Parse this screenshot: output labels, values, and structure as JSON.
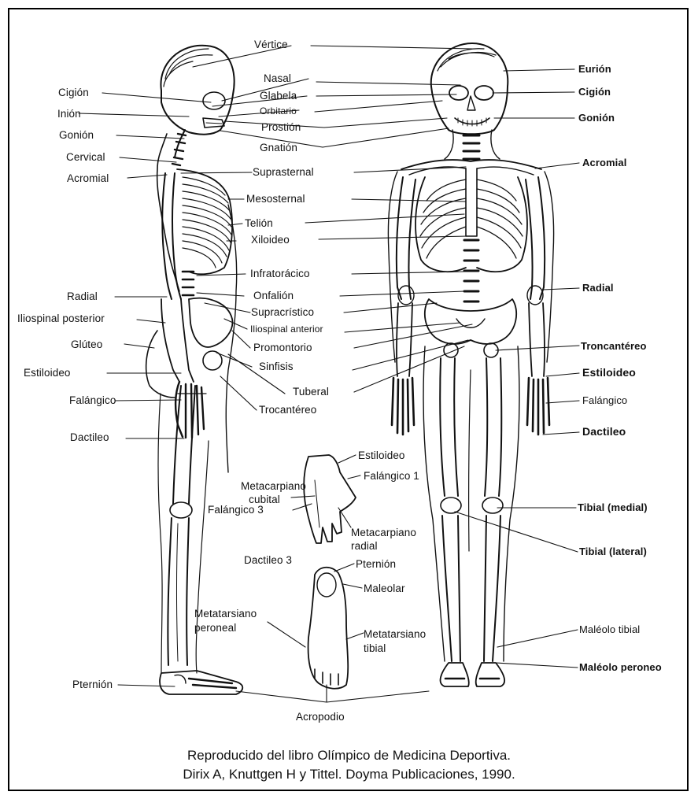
{
  "labels": {
    "vertice": "Vértice",
    "nasal": "Nasal",
    "glabela": "Glabela",
    "orbitario": "Orbitario",
    "prostion": "Prostión",
    "gnation": "Gnatión",
    "suprasternal": "Suprasternal",
    "mesosternal": "Mesosternal",
    "telion": "Telión",
    "xiloideo": "Xiloideo",
    "infratoracico": "Infratorácico",
    "onfalion": "Onfalión",
    "supracristico": "Supracrístico",
    "iliospinal_anterior": "Iliospinal anterior",
    "promontorio": "Promontorio",
    "sinfisis": "Sinfisis",
    "tuberal": "Tuberal",
    "trocantereo_left": "Trocantéreo",
    "cigion_left": "Cigión",
    "inion": "Inión",
    "gonion_left": "Gonión",
    "cervical": "Cervical",
    "acromial_left": "Acromial",
    "radial_left": "Radial",
    "iliospinal_posterior": "Iliospinal posterior",
    "gluteo": "Glúteo",
    "estiloideo_left": "Estiloideo",
    "falangico_left": "Falángico",
    "dactileo_left": "Dactileo",
    "eurion": "Eurión",
    "cigion_right": "Cigión",
    "gonion_right": "Gonión",
    "acromial_right": "Acromial",
    "radial_right": "Radial",
    "trocantereo_right": "Troncantéreo",
    "estiloideo_right": "Estiloideo",
    "falangico_right": "Falángico",
    "dactileo_right": "Dactileo",
    "tibial_medial": "Tibial (medial)",
    "tibial_lateral": "Tibial (lateral)",
    "maleolo_tibial": "Maléolo tibial",
    "maleolo_peroneo": "Maléolo peroneo",
    "hand_estiloideo": "Estiloideo",
    "hand_falangico_1": "Falángico 1",
    "hand_metacarpiano_cubital_1": "Metacarpiano",
    "hand_metacarpiano_cubital_2": "cubital",
    "hand_falangico_3": "Falángico 3",
    "hand_metacarpiano_radial_1": "Metacarpiano",
    "hand_metacarpiano_radial_2": "radial",
    "dactileo_3": "Dactileo 3",
    "pternion_foot": "Pternión",
    "maleolar": "Maleolar",
    "metatarsiano_peroneal_1": "Metatarsiano",
    "metatarsiano_peroneal_2": "peroneal",
    "metatarsiano_tibial_1": "Metatarsiano",
    "metatarsiano_tibial_2": "tibial",
    "pternion_left": "Pternión",
    "acropodio": "Acropodio"
  },
  "caption": {
    "line1": "Reproducido del libro Olímpico de Medicina Deportiva.",
    "line2": "Dirix A, Knuttgen H y Tittel. Doyma Publicaciones, 1990."
  }
}
